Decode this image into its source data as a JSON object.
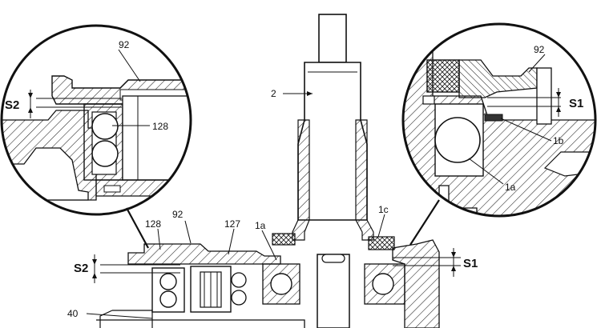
{
  "labels": {
    "shaft": "2",
    "bearing_left": "128",
    "bearing_left_detail": "128",
    "housing_left_detail": "92",
    "housing_right_detail": "92",
    "housing_main": "92",
    "bearing_mid": "127",
    "bearing_right": "1a",
    "bearing_right_detail": "1a",
    "ring_1b": "1b",
    "ring_1c": "1c",
    "part_40": "40",
    "clearance_s1_detail": "S1",
    "clearance_s2_detail": "S2",
    "clearance_s1_main": "S1",
    "clearance_s2_main": "S2"
  }
}
